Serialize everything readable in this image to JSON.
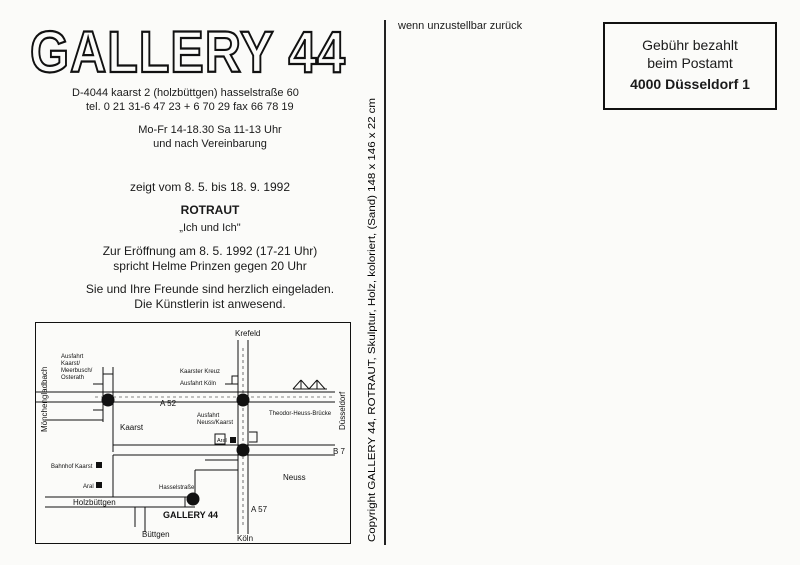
{
  "logo": {
    "text": "GALLERY 44"
  },
  "address": {
    "line1": "D-4044 kaarst 2 (holzbüttgen) hasselstraße 60",
    "line2": "tel. 0 21 31-6 47 23 + 6 70 29 fax 66 78 19"
  },
  "hours": {
    "line1": "Mo-Fr 14-18.30 Sa 11-13 Uhr",
    "line2": "und nach Vereinbarung"
  },
  "exhibition": {
    "dates": "zeigt vom 8. 5. bis 18. 9. 1992",
    "artist": "ROTRAUT",
    "title": "„Ich und Ich\"",
    "opening1": "Zur Eröffnung am 8. 5. 1992 (17-21 Uhr)",
    "opening2": "spricht Helme Prinzen gegen 20 Uhr",
    "invite1": "Sie und Ihre Freunde sind herzlich eingeladen.",
    "invite2": "Die Künstlerin ist anwesend."
  },
  "return_note": "wenn unzustellbar zurück",
  "postage": {
    "line1": "Gebühr bezahlt",
    "line2": "beim Postamt",
    "line3": "4000 Düsseldorf 1"
  },
  "copyright": "Copyright GALLERY 44, ROTRAUT, Skulptur, Holz, koloriert, (Sand) 148 x 146 x 22 cm",
  "map": {
    "krefeld": "Krefeld",
    "moenchengladbach": "Mönchengladbach",
    "duesseldorf": "Düsseldorf",
    "koeln": "Köln",
    "a52": "A 52",
    "a57": "A 57",
    "b7": "B 7",
    "kaarst": "Kaarst",
    "neuss": "Neuss",
    "holzbuettgen": "Holzbüttgen",
    "buettgen": "Büttgen",
    "hasselstrasse": "Hasselstraße",
    "gallery": "GALLERY 44",
    "exit_kaarst_1": "Ausfahrt",
    "exit_kaarst_2": "Kaarst/",
    "exit_kaarst_3": "Meerbusch/",
    "exit_kaarst_4": "Osterath",
    "kaarster_kreuz": "Kaarster Kreuz",
    "exit_koeln": "Ausfahrt Köln",
    "theodor_heuss": "Theodor-Heuss-Brücke",
    "exit_neuss_1": "Ausfahrt",
    "exit_neuss_2": "Neuss/Kaarst",
    "aral1": "Aral",
    "aral2": "Aral",
    "bahnhof": "Bahnhof Kaarst"
  }
}
